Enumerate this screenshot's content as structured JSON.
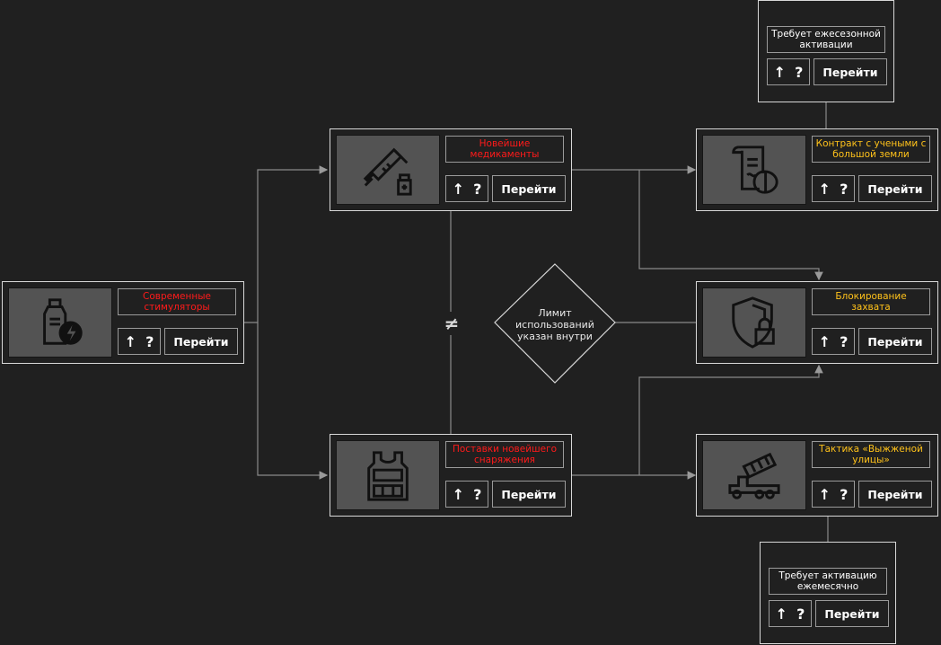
{
  "cards": {
    "stim": {
      "title": "Современные стимуляторы",
      "icon": "stimulant-bottle-icon"
    },
    "meds": {
      "title": "Новейшие медикаменты",
      "icon": "syringe-vial-icon"
    },
    "gear": {
      "title": "Поставки новейшего снаряжения",
      "icon": "body-armor-vest-icon"
    },
    "contract": {
      "title": "Контракт с учеными с большой земли",
      "icon": "scroll-brain-icon"
    },
    "block": {
      "title": "Блокирование захвата",
      "icon": "shield-lock-icon"
    },
    "tactic": {
      "title": "Тактика «Выжженой улицы»",
      "icon": "rocket-launcher-truck-icon"
    }
  },
  "notes": {
    "top": {
      "title": "Требует ежесезонной активации"
    },
    "bottom": {
      "title": "Требует активацию ежемесячно"
    }
  },
  "common": {
    "arrow_symbol": "↑",
    "question_symbol": "?",
    "go_label": "Перейти"
  },
  "diamond": {
    "text": "Лимит использований указан внутри"
  },
  "not_equal_symbol": "≠",
  "colors": {
    "background": "#202020",
    "title_red": "#ff1a1a",
    "title_gold": "#ffc21a",
    "line": "#8a8a8a"
  }
}
